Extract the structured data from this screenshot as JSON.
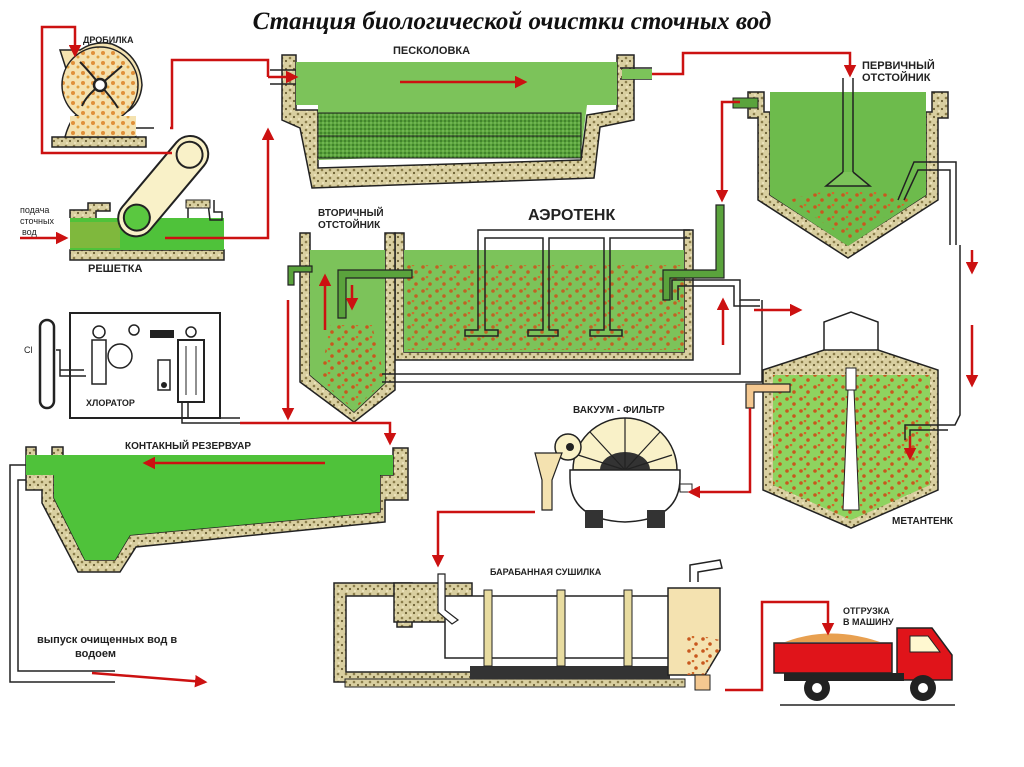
{
  "title": "Станция биологической очистки сточных вод",
  "colors": {
    "water": "#7cc35a",
    "water_bright": "#4fc23a",
    "flow_arrow": "#cc1111",
    "concrete": "#d9cfa0",
    "sludge_dot": "#c8581e",
    "truck": "#e0141a"
  },
  "labels": {
    "crusher": "ДРОБИЛКА",
    "inflow_line1": "подача",
    "inflow_line2": "сточных",
    "inflow_line3": "вод",
    "screen": "РЕШЕТКА",
    "sand_trap": "ПЕСКОЛОВКА",
    "primary_clarifier_line1": "ПЕРВИЧНЫЙ",
    "primary_clarifier_line2": "ОТСТОЙНИК",
    "secondary_clarifier_line1": "ВТОРИЧНЫЙ",
    "secondary_clarifier_line2": "ОТСТОЙНИК",
    "aerotank": "АЭРОТЕНК",
    "chlorinator": "ХЛОРАТОР",
    "chlorine_symbol": "Cl",
    "contact_tank": "КОНТАКНЫЙ РЕЗЕРВУАР",
    "vacuum_filter": "ВАКУУМ - ФИЛЬТР",
    "digester": "МЕТАНТЕНК",
    "drum_dryer": "БАРАБАННАЯ СУШИЛКА",
    "truck_line1": "ОТГРУЗКА",
    "truck_line2": "В МАШИНУ",
    "outlet_line1": "выпуск очищенных вод в",
    "outlet_line2": "водоем"
  }
}
